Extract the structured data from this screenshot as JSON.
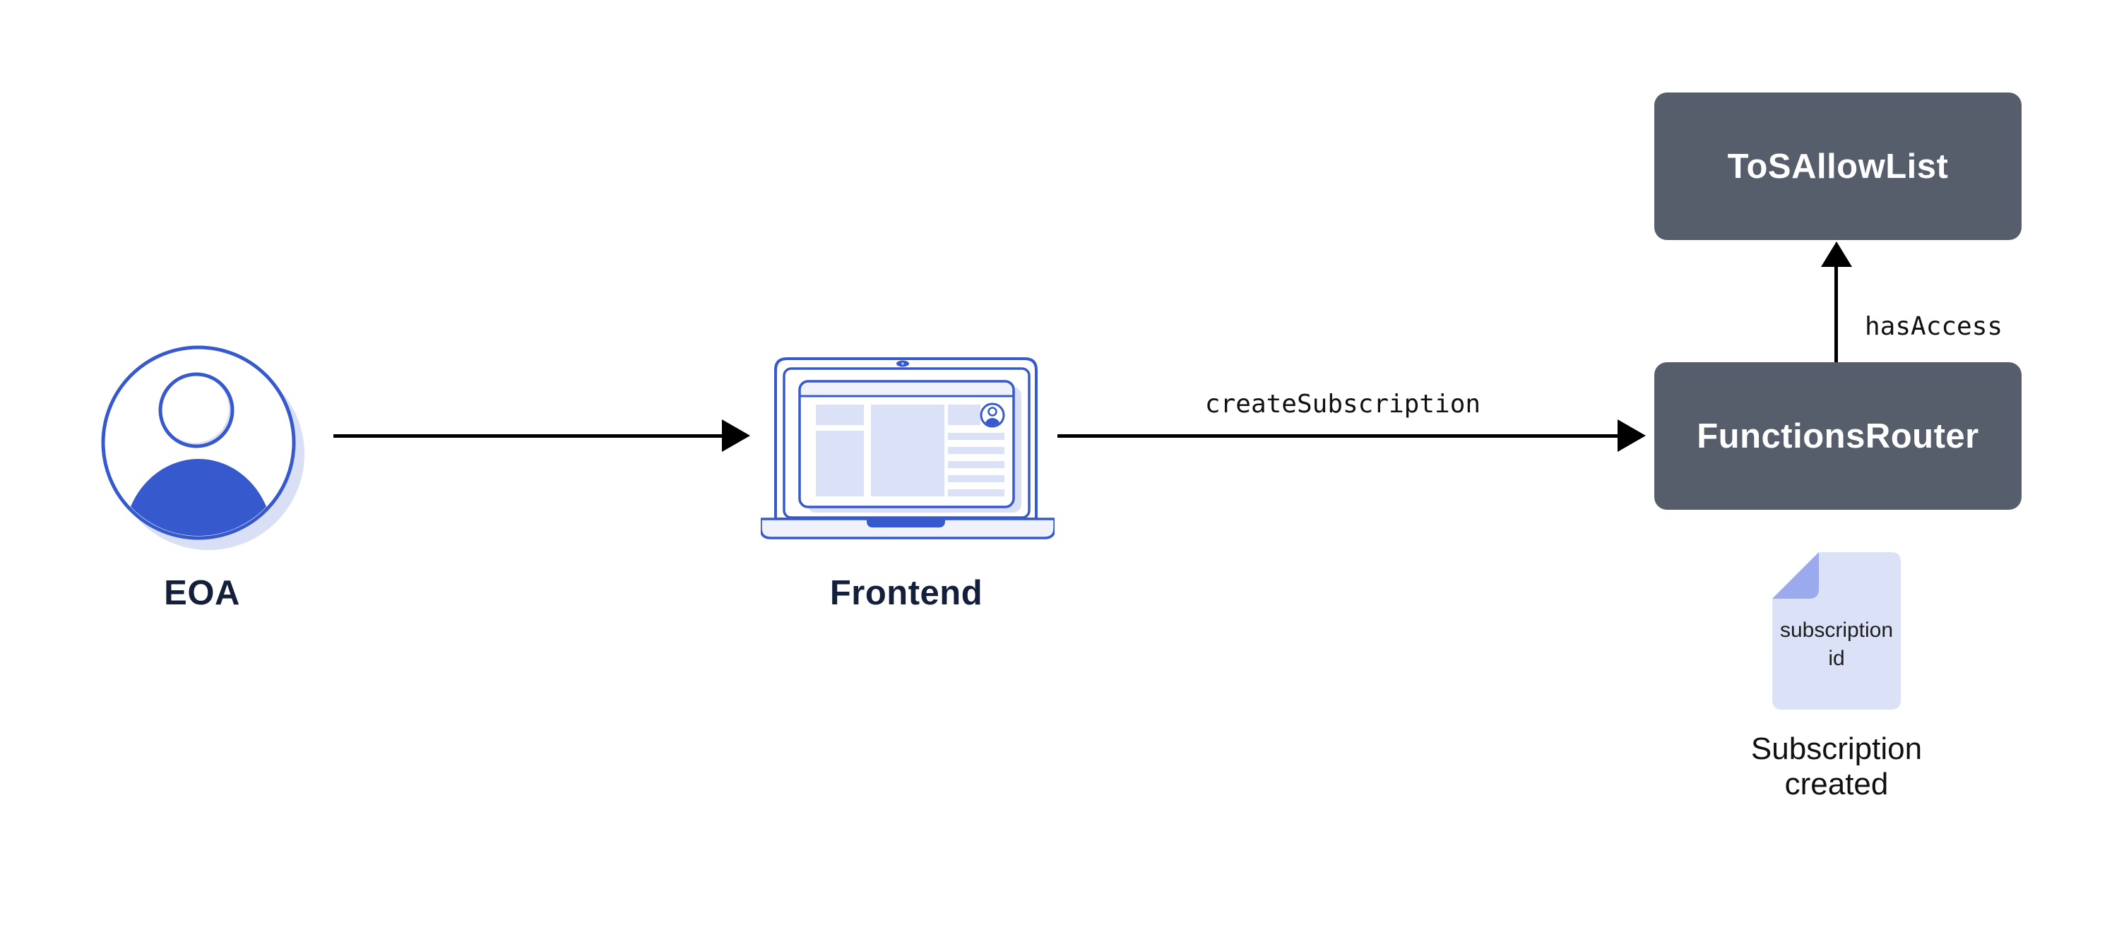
{
  "diagram": {
    "nodes": {
      "eoa": {
        "label": "EOA",
        "icon": "user-avatar-icon"
      },
      "frontend": {
        "label": "Frontend",
        "icon": "laptop-icon"
      },
      "functions_router": {
        "label": "FunctionsRouter"
      },
      "tos_allow_list": {
        "label": "ToSAllowList"
      }
    },
    "edges": {
      "eoa_to_frontend": {
        "label": ""
      },
      "frontend_to_router": {
        "label": "createSubscription"
      },
      "router_to_tos": {
        "label": "hasAccess"
      }
    },
    "artifact": {
      "icon": "document-icon",
      "doc_text_line1": "subscription",
      "doc_text_line2": "id",
      "caption_line1": "Subscription",
      "caption_line2": "created"
    },
    "colors": {
      "accent_blue": "#3659CD",
      "light_lavender": "#DBE1F6",
      "shadow_lavender": "#D9E0F6",
      "fold_blue": "#9BAAEC",
      "contract_box": "#565D6B",
      "contract_text": "#FFFFFF",
      "label_navy": "#141F3B",
      "arrow_black": "#000000",
      "background": "#FFFFFF"
    }
  }
}
